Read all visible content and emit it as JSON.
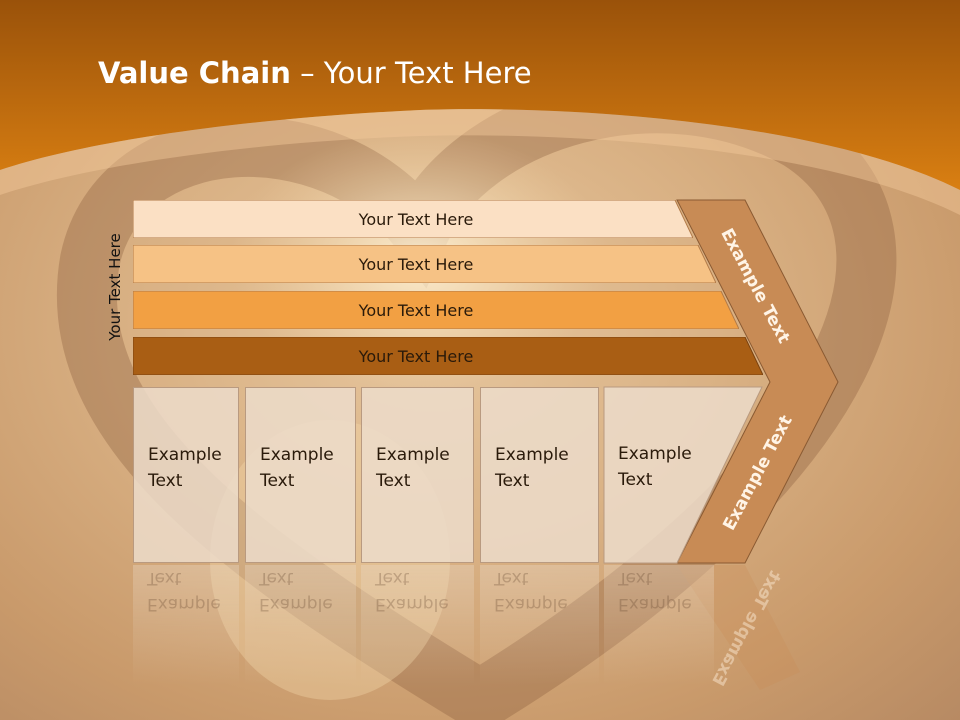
{
  "title": {
    "bold": "Value Chain",
    "rest": " – Your Text Here"
  },
  "side_label": "Your Text Here",
  "bars": [
    {
      "label": "Your Text Here",
      "color": "#fbe0c4"
    },
    {
      "label": "Your Text Here",
      "color": "#f6c285"
    },
    {
      "label": "Your Text Here",
      "color": "#f2a043"
    },
    {
      "label": "Your Text Here",
      "color": "#a95e14"
    }
  ],
  "columns": [
    {
      "line1": "Example",
      "line2": "Text"
    },
    {
      "line1": "Example",
      "line2": "Text"
    },
    {
      "line1": "Example",
      "line2": "Text"
    },
    {
      "line1": "Example",
      "line2": "Text"
    },
    {
      "line1": "Example",
      "line2": "Text"
    }
  ],
  "arrow": {
    "upper_text": "Example Text",
    "lower_text": "Example Text",
    "color": "#c88b55"
  },
  "colors": {
    "header": "#c7720f",
    "header_dark": "#a5560a",
    "accent": "#e7832a"
  }
}
